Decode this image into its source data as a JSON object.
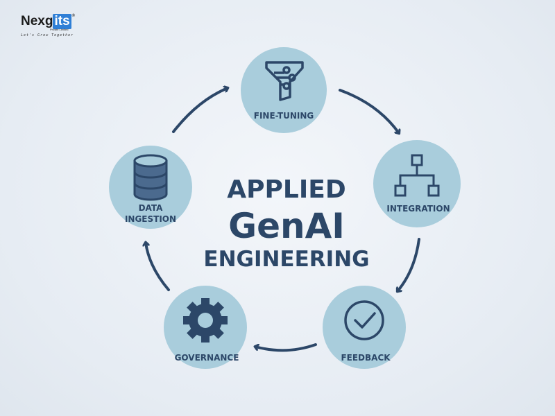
{
  "logo": {
    "brand_prefix": "Nexg",
    "brand_highlight": "its",
    "registered": "®",
    "subtitle": "Private Limited",
    "tagline": "Let's Grow Together"
  },
  "title": {
    "line1": "APPLIED",
    "line2": "GenAI",
    "line3": "ENGINEERING"
  },
  "steps": [
    {
      "label": "FINE-TUNING",
      "icon": "funnel-icon"
    },
    {
      "label": "INTEGRATION",
      "icon": "hierarchy-icon"
    },
    {
      "label": "FEEDBACK",
      "icon": "check-circle-icon"
    },
    {
      "label": "GOVERNANCE",
      "icon": "gear-icon"
    },
    {
      "label_line1": "DATA",
      "label_line2": "INGESTION",
      "icon": "database-icon"
    }
  ],
  "colors": {
    "circle": "#a9cddc",
    "ink": "#2c4768",
    "background": "#eaeff5"
  }
}
